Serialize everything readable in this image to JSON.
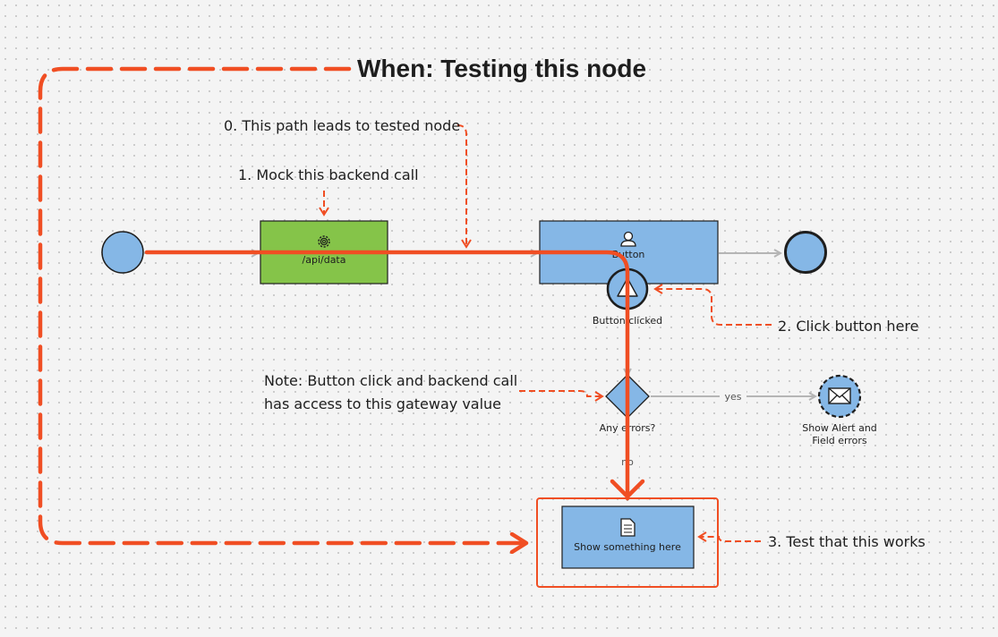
{
  "title": "When: Testing this node",
  "annotations": {
    "path_note": "0. This path leads to tested node",
    "mock_note": "1. Mock this backend call",
    "click_note": "2. Click button here",
    "note_line1": "Note: Button click and backend call",
    "note_line2": "has access to this gateway value",
    "test_note": "3. Test that this works"
  },
  "nodes": {
    "service_task_label": "/api/data",
    "user_task_label": "Button",
    "boundary_event_label": "Button clicked",
    "gateway_label": "Any errors?",
    "end_alert_line1": "Show Alert and",
    "end_alert_line2": "Field errors",
    "tested_task_label": "Show something here"
  },
  "flows": {
    "yes_label": "yes",
    "no_label": "no"
  },
  "colors": {
    "accent": "#f04e23",
    "service_task": "#85c449",
    "user_task": "#85b7e6",
    "event_fill": "#85b7e6",
    "flow_gray": "#b5b5b5",
    "dark": "#1e1e1e"
  },
  "icons": {
    "service_task": "gear-icon",
    "user_task": "user-icon",
    "boundary_event": "warning-icon",
    "end_alert": "envelope-icon",
    "tested_task": "document-icon"
  }
}
